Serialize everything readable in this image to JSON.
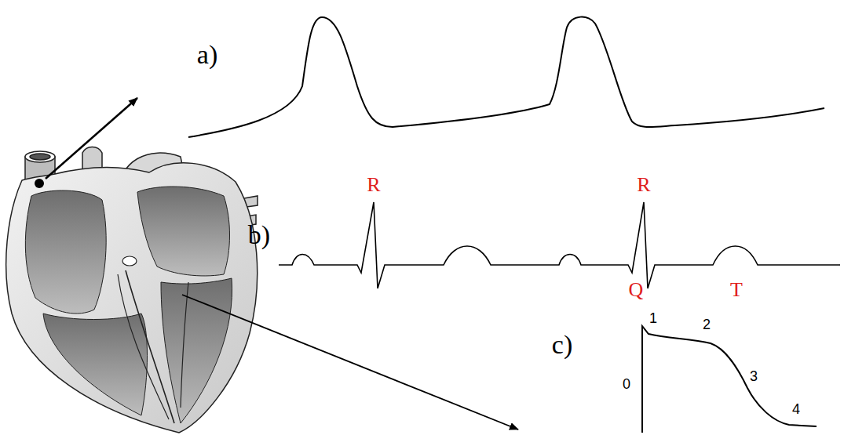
{
  "diagram": {
    "labels": [
      "a)",
      "R",
      "R",
      "b)",
      "Q",
      "T",
      "1",
      "2",
      "c)",
      "0",
      "3",
      "4"
    ]
  }
}
